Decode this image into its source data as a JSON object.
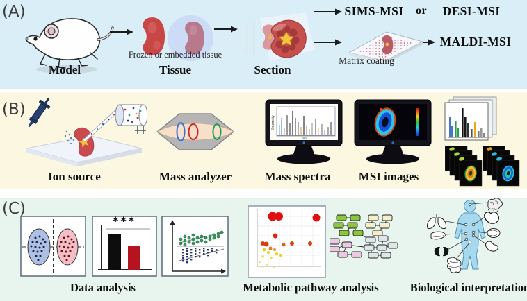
{
  "panel_a": {
    "tag": "(A)",
    "model_label": "Model",
    "tissue_caption": "Frozen or embedded tissue",
    "tissue_label": "Tissue",
    "section_label": "Section",
    "matrix_caption": "Matrix coating",
    "sims_label": "SIMS-MSI",
    "or_label": "or",
    "desi_label": "DESI-MSI",
    "maldi_label": "MALDI-MSI"
  },
  "panel_b": {
    "tag": "(B)",
    "ion_source_label": "Ion source",
    "mass_analyzer_label": "Mass analyzer",
    "mass_spectra_label": "Mass spectra",
    "msi_images_label": "MSI images",
    "spectrum_y_axis": "Intensity",
    "spectrum_x_axis": "m/z"
  },
  "panel_c": {
    "tag": "(C)",
    "data_analysis_label": "Data analysis",
    "pathway_label": "Metabolic pathway analysis",
    "bio_label": "Biological interpretation",
    "significance_marker": "***"
  },
  "colors": {
    "panel_a_bg": "#d9eef6",
    "panel_b_bg": "#fbf7e1",
    "panel_c_bg": "#e7f5ee",
    "kidney_red": "#c94b4b",
    "bar_black": "#0d0d0d",
    "bar_red": "#b51320",
    "heatmap_blue": "#1554d8",
    "heatmap_cyan": "#2cc4e8",
    "heatmap_orange": "#cc4412"
  }
}
